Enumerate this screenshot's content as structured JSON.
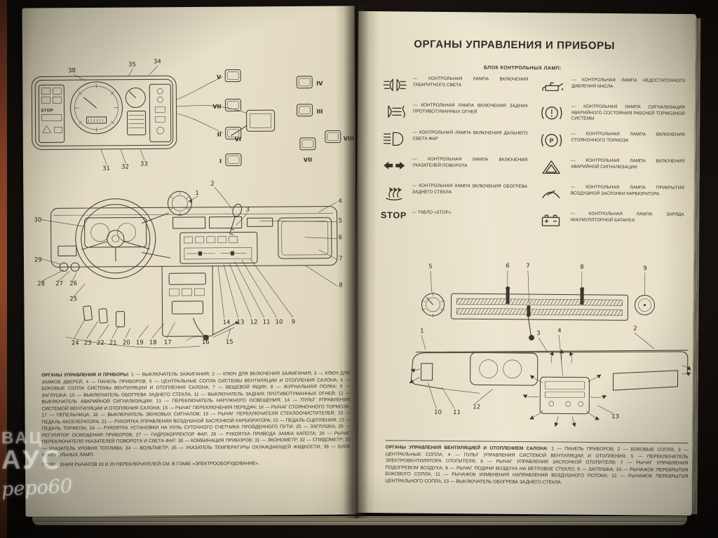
{
  "photo": {
    "watermark": {
      "line1": "ВАЦ",
      "line2": "АУС",
      "line3": "pepo60"
    }
  },
  "left_page": {
    "cluster": {
      "c38": "38",
      "c35": "35",
      "c34": "34",
      "c31": "31",
      "c32": "32",
      "c33": "33",
      "stop_text": "STOP"
    },
    "switches": [
      "V",
      "IV",
      "VII",
      "VI",
      "III",
      "II",
      "I",
      "VII",
      "VIII"
    ],
    "callouts": {
      "top": [
        "1",
        "2",
        "3"
      ],
      "right": [
        "4",
        "5",
        "6",
        "7",
        "8"
      ],
      "left": [
        "30",
        "29",
        "28",
        "27",
        "26",
        "25"
      ],
      "bottom": [
        "24",
        "23",
        "22",
        "21",
        "20",
        "19",
        "18",
        "17",
        "16",
        "15"
      ],
      "bottom_right": [
        "14",
        "13",
        "12",
        "11",
        "10",
        "9"
      ]
    },
    "caption": {
      "lead": "ОРГАНЫ УПРАВЛЕНИЯ И ПРИБОРЫ:",
      "body": "1 — ВЫКЛЮЧАТЕЛЬ ЗАЖИГАНИЯ; 2 — КЛЮЧ ДЛЯ ВКЛЮЧЕНИЯ ЗАЖИГАНИЯ; 3 — КЛЮЧ ДЛЯ ЗАМКОВ ДВЕРЕЙ; 4 — ПАНЕЛЬ ПРИБОРОВ; 5 — ЦЕНТРАЛЬНЫЕ СОПЛА СИСТЕМЫ ВЕНТИЛЯЦИИ И ОТОПЛЕНИЯ САЛОНА; 6 — БОКОВЫЕ СОПЛА СИСТЕМЫ ВЕНТИЛЯЦИИ И ОТОПЛЕНИЯ САЛОНА; 7 — ВЕЩЕВОЙ ЯЩИК; 8 — ЖУРНАЛЬНАЯ ПОЛКА; 9 — ЗАГЛУШКА; 10 — ВЫКЛЮЧАТЕЛЬ ОБОГРЕВА ЗАДНЕГО СТЕКЛА; 11 — ВЫКЛЮЧАТЕЛЬ ЗАДНИХ ПРОТИВОТУМАННЫХ ОГНЕЙ; 12 — ВЫКЛЮЧАТЕЛЬ АВАРИЙНОЙ СИГНАЛИЗАЦИИ; 13 — ПЕРЕКЛЮЧАТЕЛЬ НАРУЖНОГО ОСВЕЩЕНИЯ; 14 — ПУЛЬТ УПРАВЛЕНИЯ СИСТЕМОЙ ВЕНТИЛЯЦИИ И ОТОПЛЕНИЯ САЛОНА; 15 — РЫЧАГ ПЕРЕКЛЮЧЕНИЯ ПЕРЕДАЧ; 16 — РЫЧАГ СТОЯНОЧНОГО ТОРМОЗА; 17 — ПЕПЕЛЬНИЦА; 18 — ВЫКЛЮЧАТЕЛЬ ЗВУКОВЫХ СИГНАЛОВ; 19 — РЫЧАГ ПЕРЕКЛЮЧАТЕЛЯ СТЕКЛООЧИСТИТЕЛЕЙ; 20 — ПЕДАЛЬ АКСЕЛЕРАТОРА; 21 — РУКОЯТКА УПРАВЛЕНИЯ ВОЗДУШНОЙ ЗАСЛОНКОЙ КАРБЮРАТОРА; 22 — ПЕДАЛЬ СЦЕПЛЕНИЯ; 23 — ПЕДАЛЬ ТОРМОЗА; 24 — РУКОЯТКА УСТАНОВКИ НА НУЛЬ СУТОЧНОГО СЧЕТЧИКА ПРОЙДЕННОГО ПУТИ; 25 — ЗАГЛУШКА; 26 — РЕГУЛЯТОР ОСВЕЩЕНИЯ ПРИБОРОВ; 27 — ГИДРОКОРРЕКТОР ФАР; 28 — РУКОЯТКА ПРИВОДА ЗАМКА КАПОТА; 29 — РЫЧАГ ПЕРЕКЛЮЧАТЕЛЯ УКАЗАТЕЛЕЙ ПОВОРОТА И СВЕТА ФАР; 30 — КОМБИНАЦИЯ ПРИБОРОВ; 31 — ЭКОНОМЕТР; 32 — СПИДОМЕТР; 33 — УКАЗАТЕЛЬ УРОВНЯ ТОПЛИВА; 34 — ВОЛЬТМЕТР; 35 — УКАЗАТЕЛЬ ТЕМПЕРАТУРЫ ОХЛАЖДАЮЩЕЙ ЖИДКОСТИ; 38 — БЛОК КОНТРОЛЬНЫХ ЛАМП.",
      "note": "ПОЛОЖЕНИЯ РЫЧАГОВ 19 И 29 ПЕРЕКЛЮЧАТЕЛЕЙ СМ. В ГЛАВЕ «ЭЛЕКТРООБОРУДОВАНИЕ»."
    }
  },
  "right_page": {
    "title": "ОРГАНЫ УПРАВЛЕНИЯ И ПРИБОРЫ",
    "lamp_block": {
      "header": "БЛОК КОНТРОЛЬНЫХ ЛАМП:",
      "p_text": "P",
      "stop_text": "STOP",
      "items": [
        {
          "icon": "sidelights",
          "label": "— КОНТРОЛЬНАЯ ЛАМПА ВКЛЮЧЕНИЯ ГАБАРИТНОГО СВЕТА"
        },
        {
          "icon": "oil-pressure",
          "label": "— КОНТРОЛЬНАЯ ЛАМПА НЕДОСТАТОЧНОГО ДАВЛЕНИЯ МАСЛА"
        },
        {
          "icon": "rear-fog",
          "label": "— КОНТРОЛЬНАЯ ЛАМПА ВКЛЮЧЕНИЯ ЗАДНИХ ПРОТИВОТУМАННЫХ ОГНЕЙ"
        },
        {
          "icon": "brake-warning",
          "label": "— КОНТРОЛЬНАЯ ЛАМПА СИГНАЛИЗАЦИИ АВАРИЙНОГО СОСТОЯНИЯ РАБОЧЕЙ ТОРМОЗНОЙ СИСТЕМЫ"
        },
        {
          "icon": "high-beam",
          "label": "— КОНТРОЛЬНАЯ ЛАМПА ВКЛЮЧЕНИЯ ДАЛЬНЕГО СВЕТА ФАР"
        },
        {
          "icon": "parking-brake",
          "label": "— КОНТРОЛЬНАЯ ЛАМПА ВКЛЮЧЕНИЯ СТОЯНОЧНОГО ТОРМОЗА"
        },
        {
          "icon": "turn-signals",
          "label": "— КОНТРОЛЬНАЯ ЛАМПА ВКЛЮЧЕНИЯ УКАЗАТЕЛЕЙ ПОВОРОТА"
        },
        {
          "icon": "hazard",
          "label": "— КОНТРОЛЬНАЯ ЛАМПА ВКЛЮЧЕНИЯ АВАРИЙНОЙ СИГНАЛИЗАЦИИ"
        },
        {
          "icon": "rear-defrost",
          "label": "— КОНТРОЛЬНАЯ ЛАМПА ВКЛЮЧЕНИЯ ОБОГРЕВА ЗАДНЕГО СТЕКЛА"
        },
        {
          "icon": "choke",
          "label": "— КОНТРОЛЬНАЯ ЛАМПА ПРИКРЫТИЯ ВОЗДУШНОЙ ЗАСЛОНКИ КАРБЮРАТОРА"
        },
        {
          "icon": "stop-sign",
          "label": "— ТАБЛО «STOP»"
        },
        {
          "icon": "battery",
          "label": "— КОНТРОЛЬНАЯ ЛАМПА ЗАРЯДА АККУМУЛЯТОРНОЙ БАТАРЕИ"
        }
      ]
    },
    "vent": {
      "top": [
        "5",
        "6",
        "7",
        "8",
        "9"
      ],
      "mid": [
        "1",
        "3",
        "4",
        "2"
      ],
      "bottom": [
        "10",
        "11",
        "12",
        "13"
      ]
    },
    "caption": {
      "lead": "ОРГАНЫ УПРАВЛЕНИЯ ВЕНТИЛЯЦИЕЙ И ОТОПЛЕНИЕМ САЛОНА:",
      "body": "1 — ПАНЕЛЬ ПРИБОРОВ; 2 — БОКОВЫЕ СОПЛА; 3 — ЦЕНТРАЛЬНЫЕ СОПЛА; 4 — ПУЛЬТ УПРАВЛЕНИЯ СИСТЕМОЙ ВЕНТИЛЯЦИИ И ОТОПЛЕНИЯ; 5 — ПЕРЕКЛЮЧАТЕЛЬ ЭЛЕКТРОВЕНТИЛЯТОРА ОТОПИТЕЛЯ; 6 — РЫЧАГ УПРАВЛЕНИЯ ЗАСЛОНКОЙ ОТОПИТЕЛЯ; 7 — РЫЧАГ УПРАВЛЕНИЯ ПОДОГРЕВОМ ВОЗДУХА; 8 — РЫЧАГ ПОДАЧИ ВОЗДУХА НА ВЕТРОВОЕ СТЕКЛО; 9 — ЗАГЛУШКА; 10 — РЫЧАЖОК ПЕРЕКРЫТИЯ БОКОВОГО СОПЛА; 11 — РЫЧАЖОК ИЗМЕНЕНИЯ НАПРАВЛЕНИЯ ВОЗДУШНОГО ПОТОКА; 12 — РЫЧАЖОК ПЕРЕКРЫТИЯ ЦЕНТРАЛЬНОГО СОПЛА; 13 — ВЫКЛЮЧАТЕЛЬ ОБОГРЕВА ЗАДНЕГО СТЕКЛА."
    }
  }
}
